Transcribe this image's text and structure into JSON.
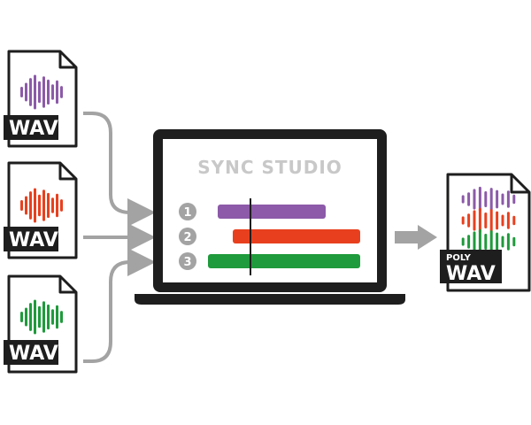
{
  "colors": {
    "purple": "#8c5aa8",
    "red": "#e8401e",
    "green": "#1f9a3c",
    "dark": "#1e1e1e",
    "arrow": "#a3a3a3",
    "screen_title": "#c8c8c8"
  },
  "inputs": [
    {
      "label": "WAV",
      "color": "purple"
    },
    {
      "label": "WAV",
      "color": "red"
    },
    {
      "label": "WAV",
      "color": "green"
    }
  ],
  "laptop": {
    "title": "SYNC STUDIO",
    "tracks": [
      {
        "number": "1",
        "color": "purple"
      },
      {
        "number": "2",
        "color": "red"
      },
      {
        "number": "3",
        "color": "green"
      }
    ]
  },
  "output": {
    "poly_label": "POLY",
    "wav_label": "WAV"
  }
}
